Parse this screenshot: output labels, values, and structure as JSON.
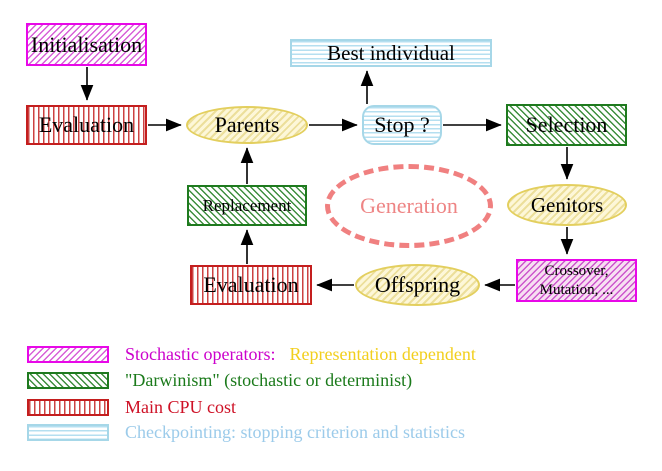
{
  "nodes": {
    "initialisation": {
      "label": "Initialisation"
    },
    "evaluation_top": {
      "label": "Evaluation"
    },
    "parents": {
      "label": "Parents"
    },
    "best_individual": {
      "label": "Best individual"
    },
    "stop": {
      "label": "Stop ?"
    },
    "selection": {
      "label": "Selection"
    },
    "replacement": {
      "label": "Replacement"
    },
    "generation": {
      "label": "Generation"
    },
    "genitors": {
      "label": "Genitors"
    },
    "evaluation_bottom": {
      "label": "Evaluation"
    },
    "offspring": {
      "label": "Offspring"
    },
    "crossover_mutation": {
      "line1": "Crossover,",
      "line2": "Mutation, ..."
    }
  },
  "legend": {
    "items": [
      {
        "swatch": "magenta-hatch",
        "label": "Stochastic operators:",
        "label2": "Representation dependent",
        "label_color": "#CC00CC",
        "label2_color": "#F2CF1D"
      },
      {
        "swatch": "green-hatch",
        "label": "\"Darwinism\" (stochastic or determinist)",
        "label_color": "#1B7A1B"
      },
      {
        "swatch": "red-vertical-stripes",
        "label": "Main CPU cost",
        "label_color": "#CE1126"
      },
      {
        "swatch": "cyan-horizontal-stripes",
        "label": "Checkpointing: stopping criterion and statistics",
        "label_color": "#9CCBEA"
      }
    ]
  },
  "colors": {
    "magenta_border": "#E808E8",
    "green_border": "#1E7A1E",
    "red_border": "#C41E1E",
    "cyan_border": "#A6D7E8",
    "yellow_border": "#E3CF5E",
    "generation_dash": "#F08080",
    "arrow": "#000000",
    "node_text": "#000000"
  }
}
